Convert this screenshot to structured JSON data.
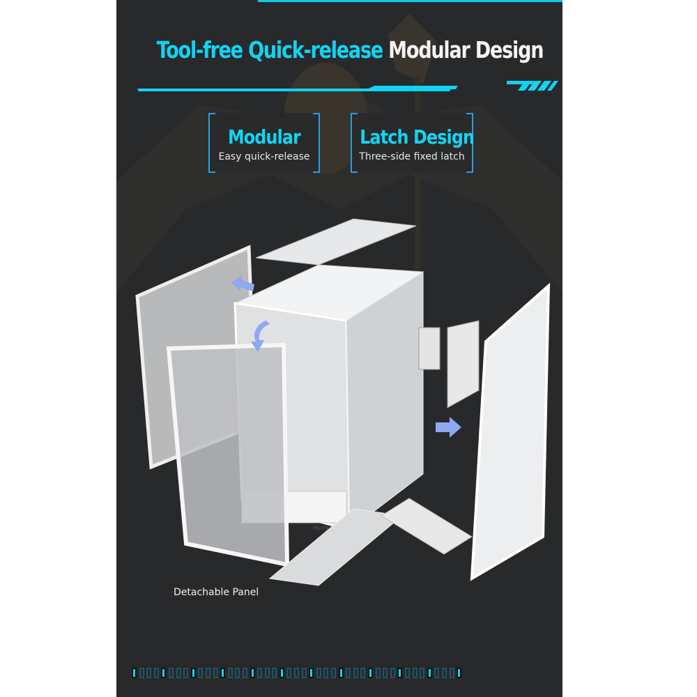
{
  "header": {
    "title_accent": "Tool-free Quick-release",
    "title_plain": "Modular Design"
  },
  "features": [
    {
      "heading": "Modular",
      "subtitle": "Easy quick-release"
    },
    {
      "heading": "Latch Design",
      "subtitle": "Three-side fixed latch"
    }
  ],
  "product": {
    "brand_label": "Huntkey",
    "caption": "Detachable Panel"
  },
  "colors": {
    "accent": "#10d4f2",
    "background": "#28292b",
    "arrow": "#8fa8f0"
  }
}
